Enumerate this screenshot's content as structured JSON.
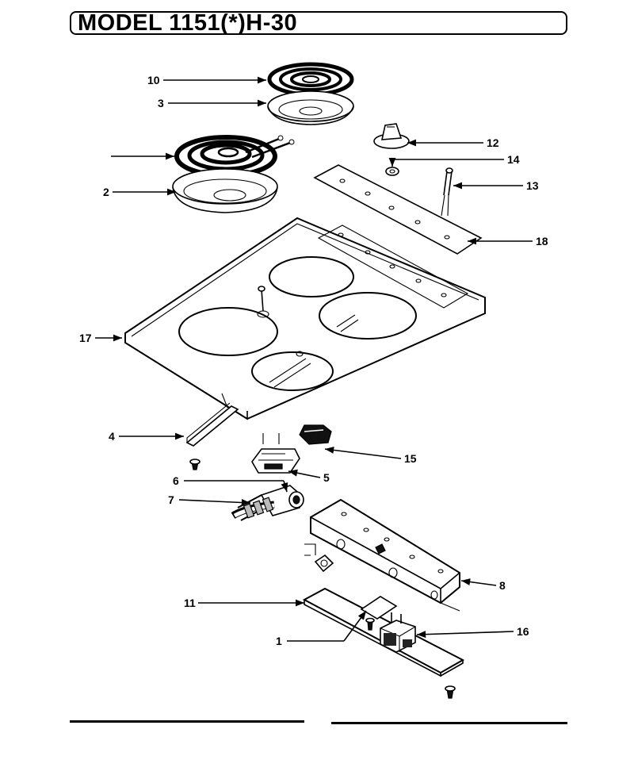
{
  "header": {
    "title": "MODEL 1151(*)H-30"
  },
  "callouts": [
    {
      "id": "10",
      "label": "10"
    },
    {
      "id": "3",
      "label": "3"
    },
    {
      "id": "2",
      "label": "2"
    },
    {
      "id": "12",
      "label": "12"
    },
    {
      "id": "14",
      "label": "14"
    },
    {
      "id": "13",
      "label": "13"
    },
    {
      "id": "18",
      "label": "18"
    },
    {
      "id": "17",
      "label": "17"
    },
    {
      "id": "4",
      "label": "4"
    },
    {
      "id": "15",
      "label": "15"
    },
    {
      "id": "5",
      "label": "5"
    },
    {
      "id": "6",
      "label": "6"
    },
    {
      "id": "7",
      "label": "7"
    },
    {
      "id": "8",
      "label": "8"
    },
    {
      "id": "11",
      "label": "11"
    },
    {
      "id": "1",
      "label": "1"
    },
    {
      "id": "16",
      "label": "16"
    }
  ]
}
